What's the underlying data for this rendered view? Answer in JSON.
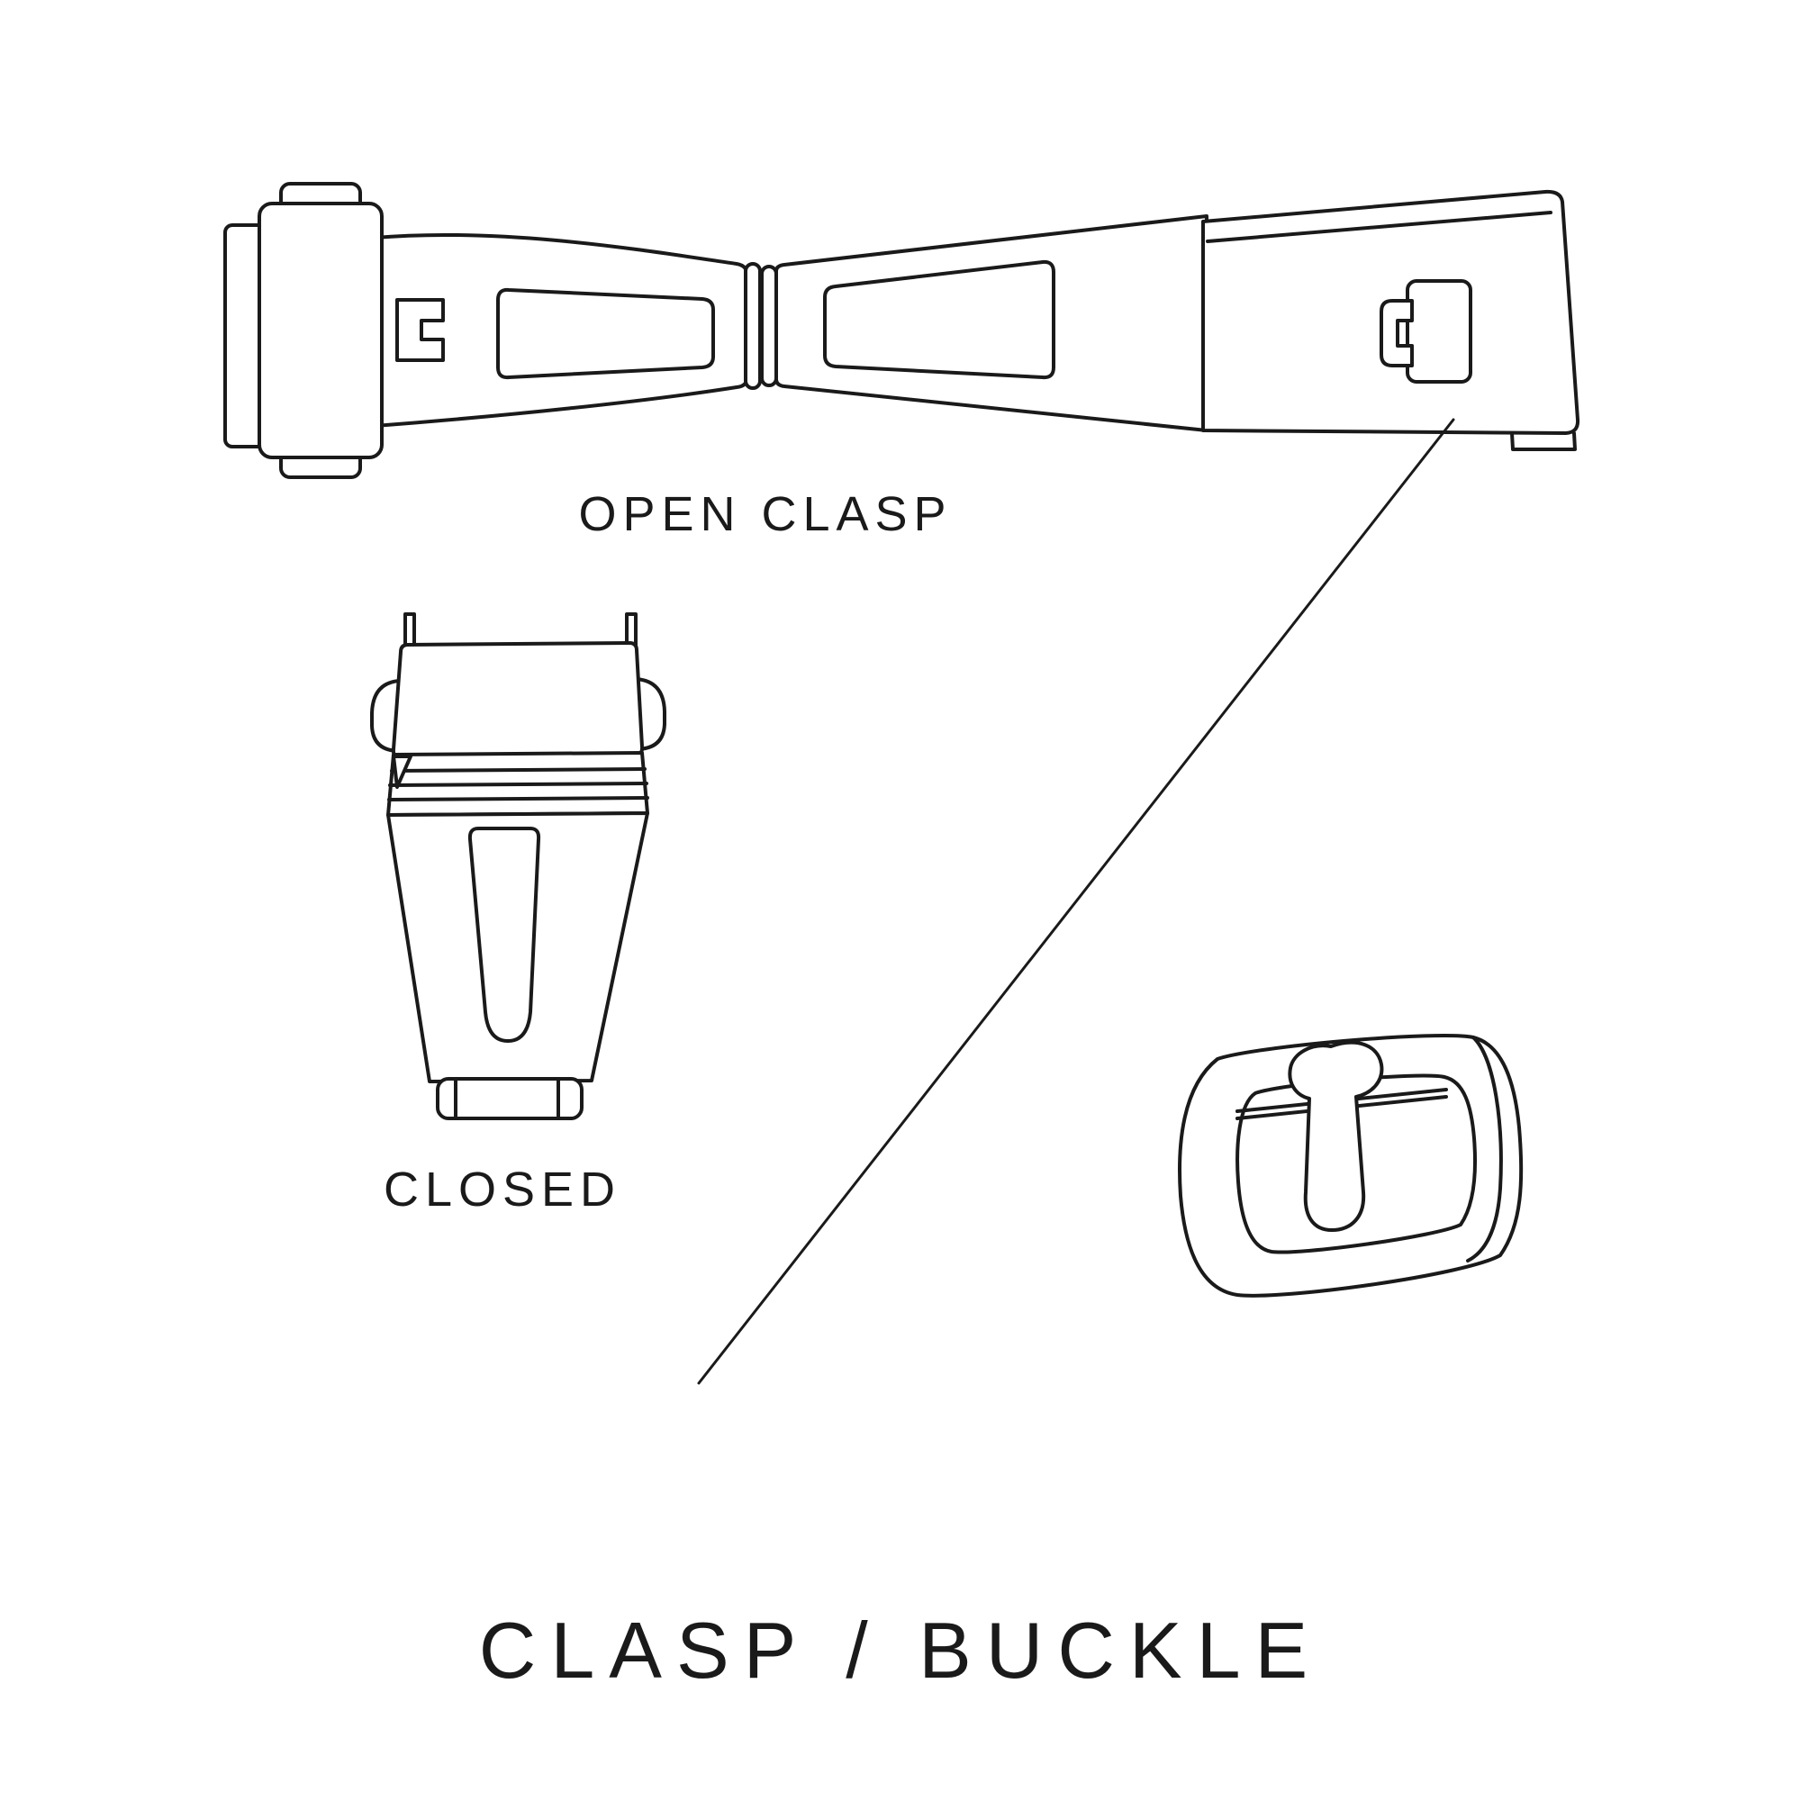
{
  "page": {
    "background_color": "#ffffff",
    "line_color": "#1a1a1a",
    "title": "CLASP / BUCKLE"
  },
  "illustrations": {
    "open_clasp": {
      "name": "open-clasp-drawing",
      "caption": "OPEN CLASP"
    },
    "closed_clasp": {
      "name": "closed-clasp-drawing",
      "caption": "CLOSED"
    },
    "tang_buckle": {
      "name": "tang-buckle-drawing",
      "caption": ""
    }
  }
}
